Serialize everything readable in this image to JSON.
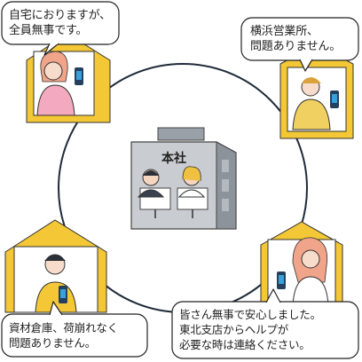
{
  "hq": {
    "label": "本社"
  },
  "speech": {
    "home": [
      "自宅におりますが、",
      "全員無事です。"
    ],
    "yokohama": [
      "横浜営業所、",
      "問題ありません。"
    ],
    "warehouse": [
      "資材倉庫、荷崩れなく",
      "問題ありません。"
    ],
    "tohoku": [
      "皆さん無事で安心しました。",
      "東北支店からヘルプが",
      "必要な時は連絡ください。"
    ]
  },
  "colors": {
    "house": "#f3c736",
    "line": "#1f2a3a",
    "building": "#c9ccd1",
    "building_dark": "#9aa0a8",
    "bubble_border": "#222222"
  }
}
